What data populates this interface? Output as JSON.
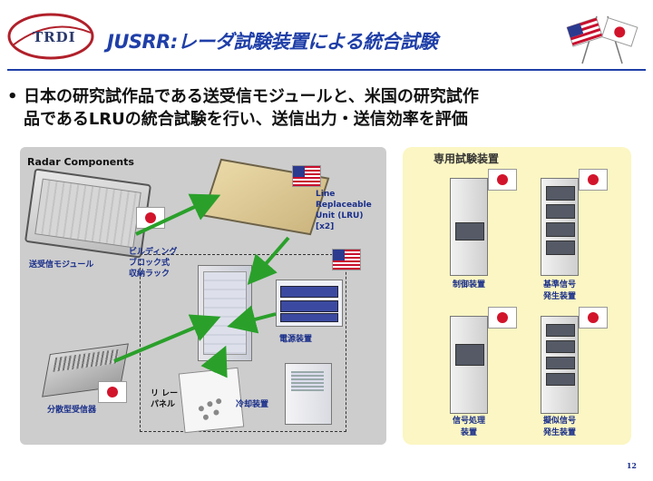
{
  "header": {
    "logo_text": "TRDI",
    "title": "JUSRR:レーダ試験装置による統合試験"
  },
  "bullet": {
    "marker": "•",
    "lines": [
      "日本の研究試作品である送受信モジュールと、米国の研究試作",
      "品であるLRUの統合試験を行い、送信出力・送信効率を評価"
    ]
  },
  "radar_components": {
    "title": "Radar Components",
    "labels": {
      "trm": "送受信モジュール",
      "lru_line1": "Line",
      "lru_line2": "Replaceable",
      "lru_line3": "Unit (LRU)",
      "lru_line4": "[x2]",
      "rack_line1": "ビルディング",
      "rack_line2": "ブロック式",
      "rack_line3": "収納ラック",
      "psu": "電源装置",
      "relay_line1": "リ レー",
      "relay_line2": "パネル",
      "chiller": "冷却装置",
      "receiver": "分散型受信器"
    }
  },
  "dedicated_test_equipment": {
    "title": "専用試験装置",
    "items": [
      {
        "line1": "制御装置",
        "line2": ""
      },
      {
        "line1": "基準信号",
        "line2": "発生装置"
      },
      {
        "line1": "信号処理",
        "line2": "装置"
      },
      {
        "line1": "擬似信号",
        "line2": "発生装置"
      }
    ]
  },
  "footer": {
    "page_number": "12"
  },
  "colors": {
    "title_blue": "#1f3fa8",
    "arrow_green": "#2aa02a",
    "left_panel_gray": "#cdcdcd",
    "right_panel_yellow": "#fbf6c3",
    "flag_red": "#d2142b"
  }
}
